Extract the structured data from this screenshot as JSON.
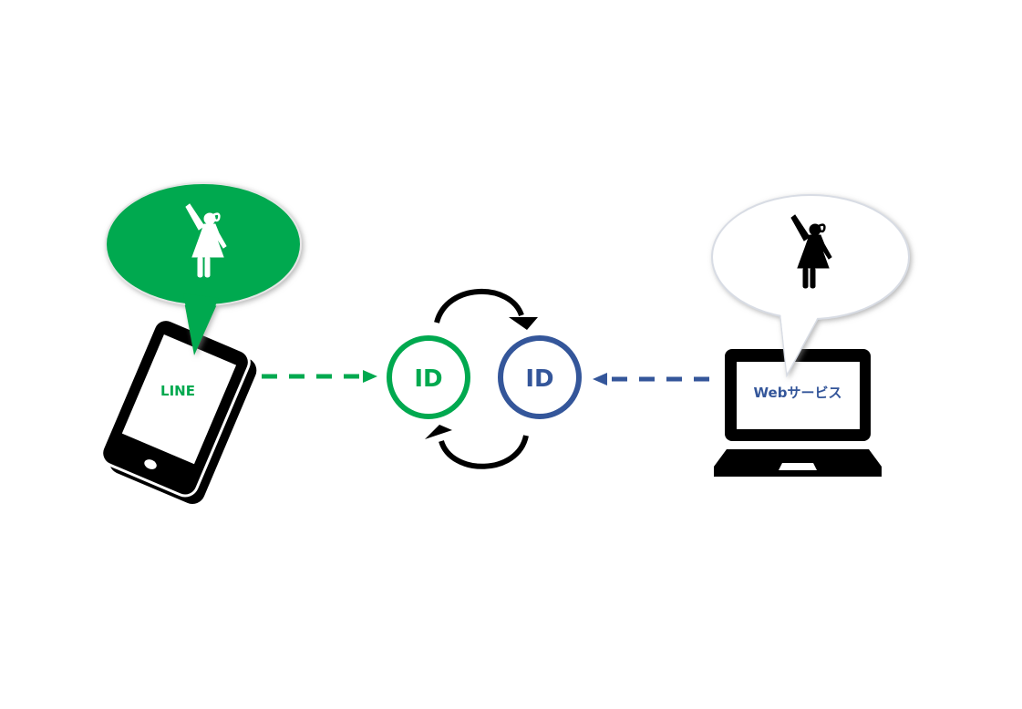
{
  "colors": {
    "green": "#00a94f",
    "blue": "#34569a",
    "black": "#000000"
  },
  "phone": {
    "label": "LINE",
    "icon": "smartphone-icon"
  },
  "laptop": {
    "label": "Webサービス",
    "icon": "laptop-icon"
  },
  "ids": {
    "line_id": "ID",
    "web_id": "ID"
  },
  "bubbles": {
    "left_icon": "woman-raising-hand-icon",
    "right_icon": "woman-raising-hand-icon"
  }
}
